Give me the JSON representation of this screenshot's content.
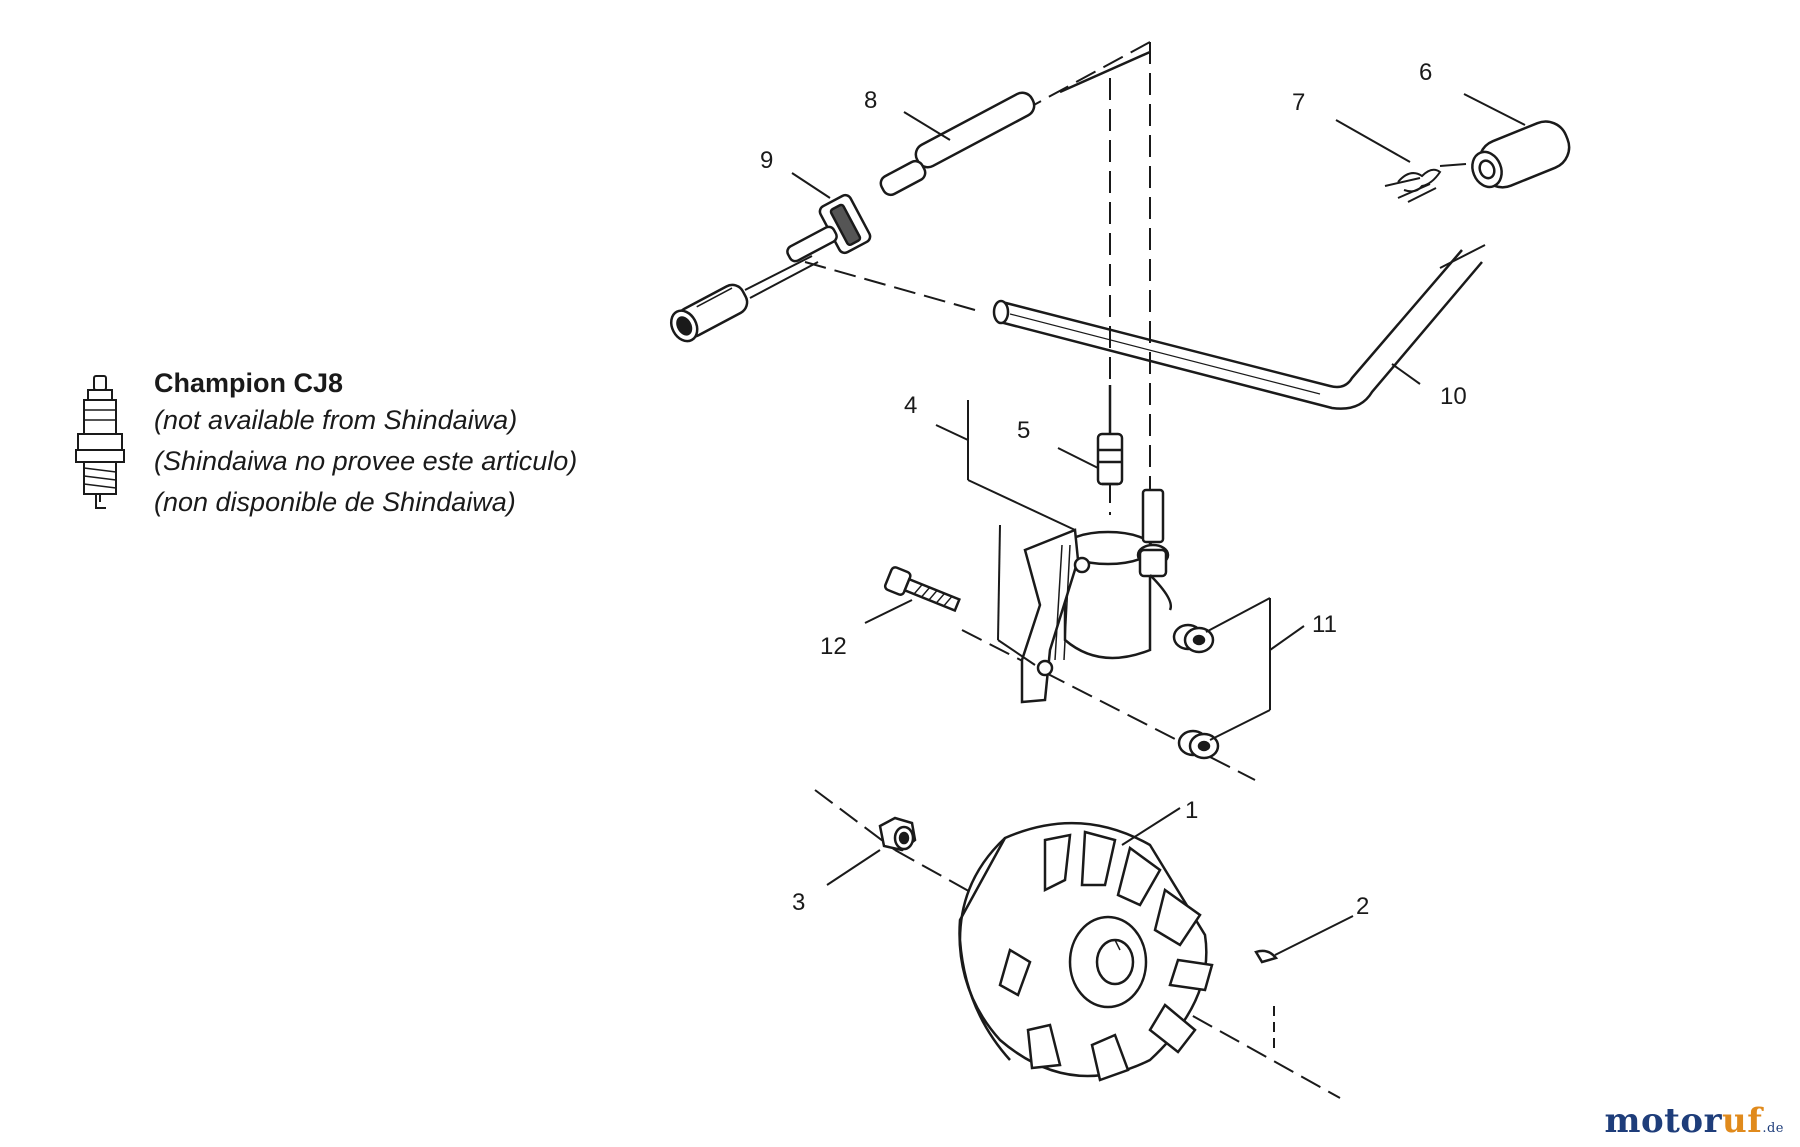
{
  "callouts": {
    "p1": "1",
    "p2": "2",
    "p3": "3",
    "p4": "4",
    "p5": "5",
    "p6": "6",
    "p7": "7",
    "p8": "8",
    "p9": "9",
    "p10": "10",
    "p11": "11",
    "p12": "12"
  },
  "spark_plug_note": {
    "title": "Champion CJ8",
    "lines": [
      "(not available from Shindaiwa)",
      "(Shindaiwa no provee este articulo)",
      "(non disponible de Shindaiwa)"
    ]
  },
  "watermark": {
    "main": "motor",
    "accent": "uf",
    "tld": ".de"
  },
  "colors": {
    "ink": "#1a1a1a",
    "watermark_main": "#1e3d7a",
    "watermark_accent": "#e08a1c"
  },
  "icons": {
    "spark_plug": "spark-plug-icon"
  }
}
